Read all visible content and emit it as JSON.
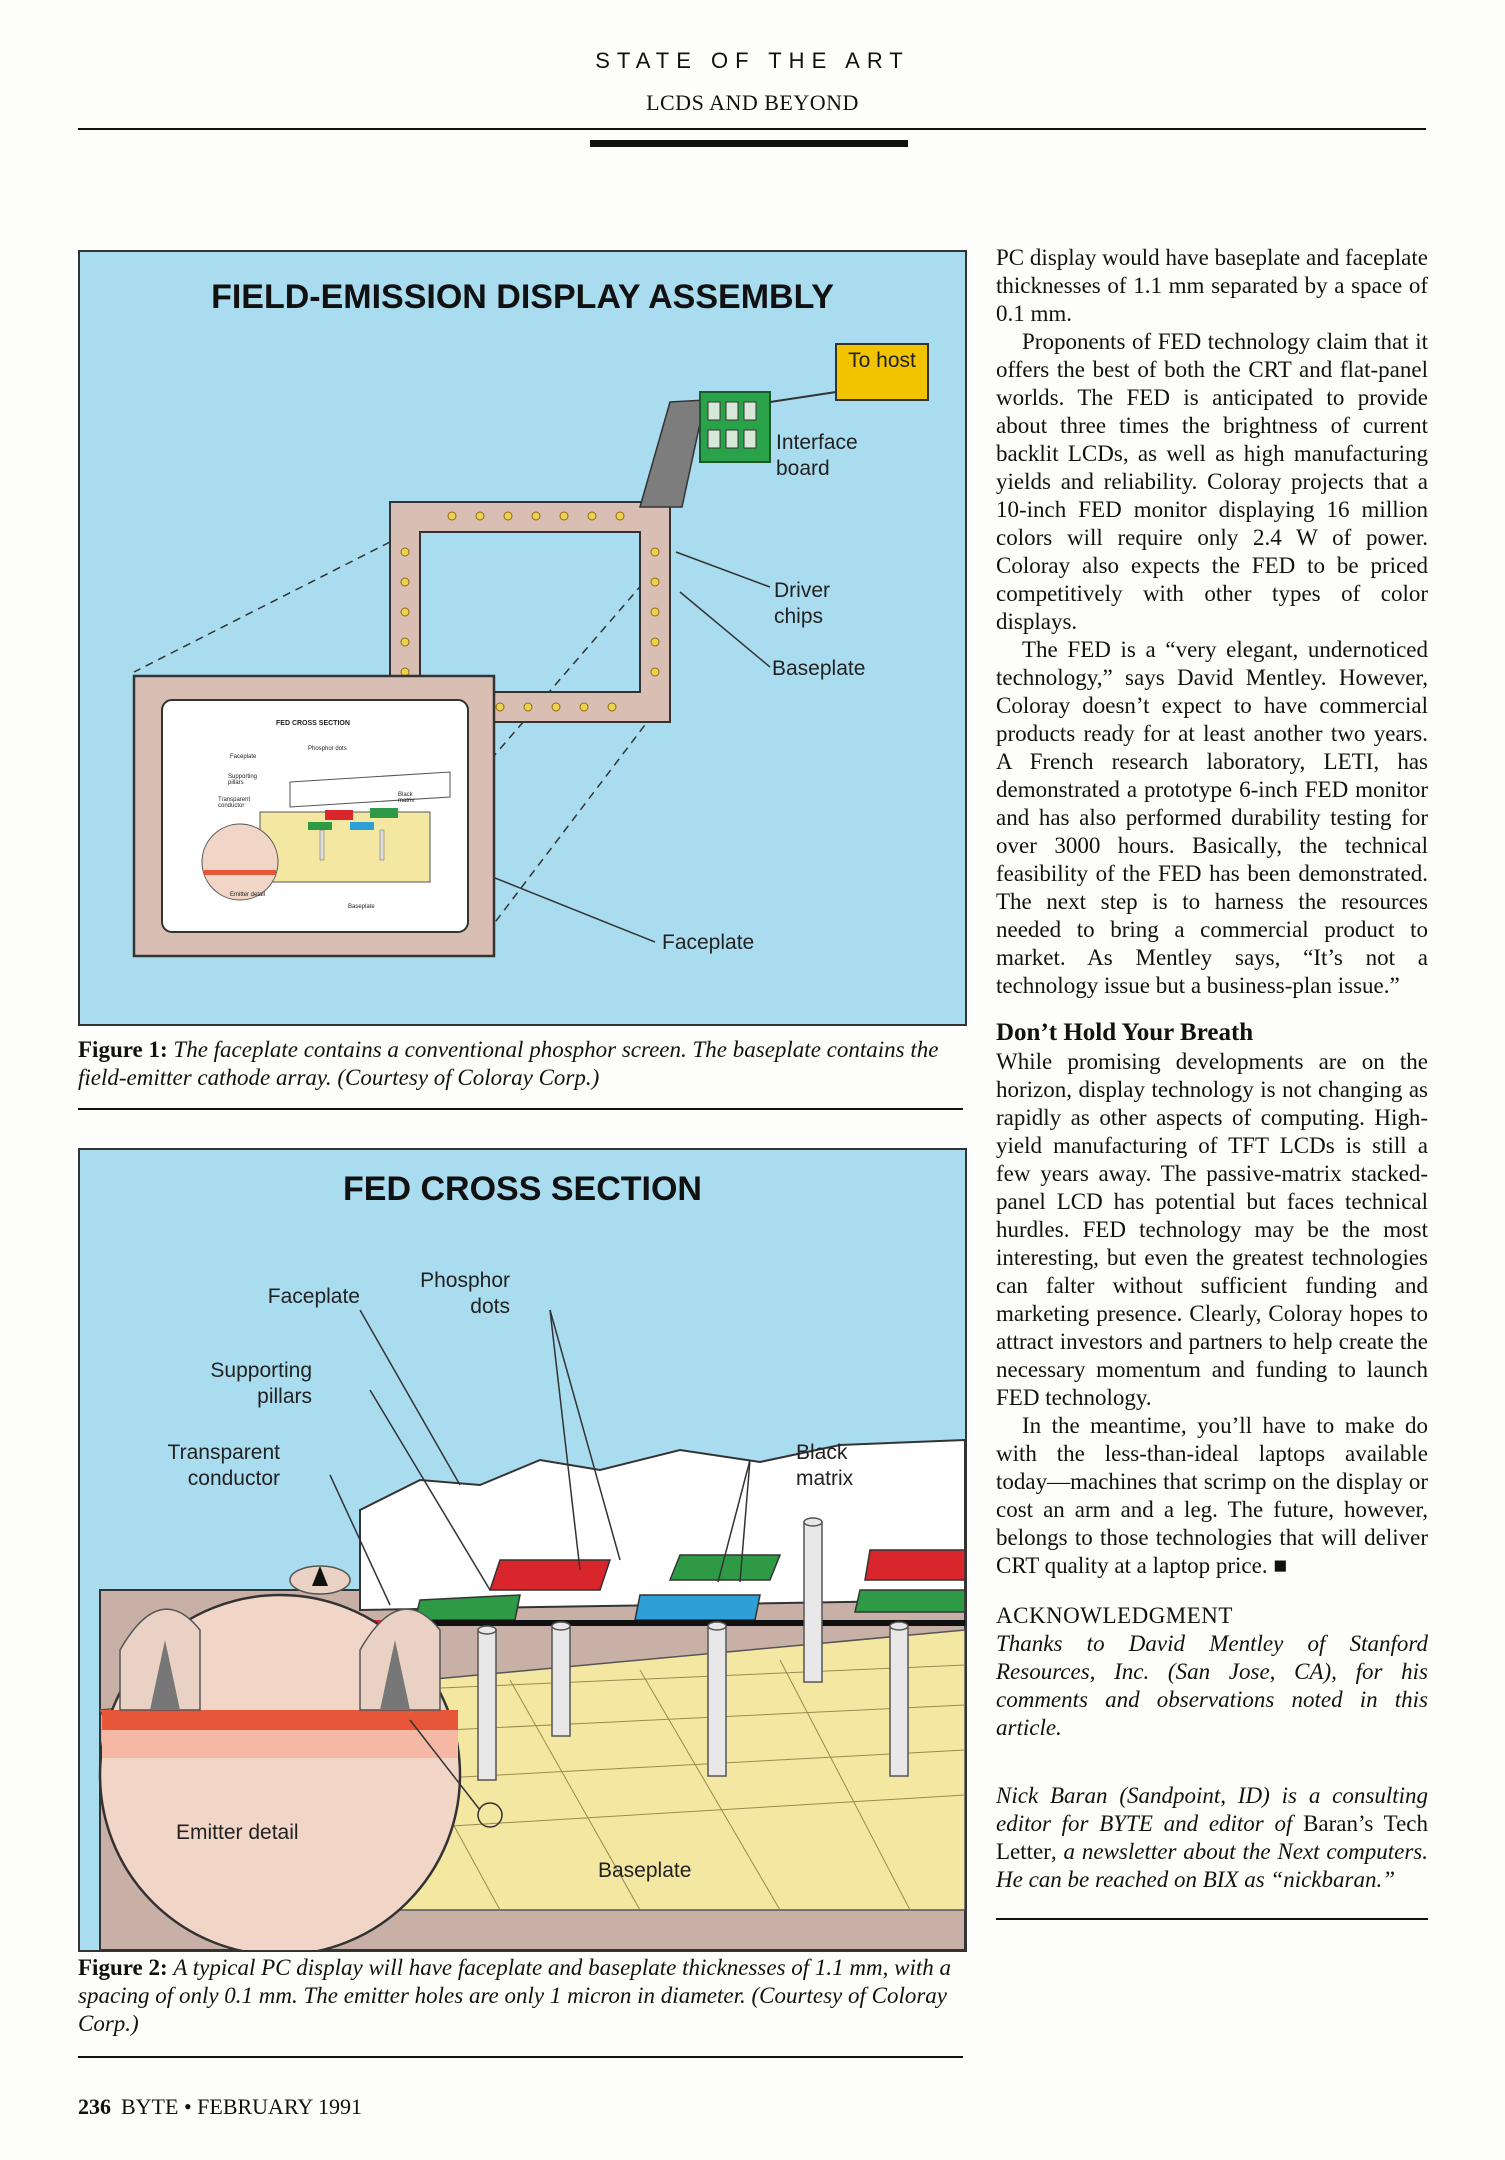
{
  "header": {
    "section": "STATE OF THE ART",
    "title": "LCDS AND BEYOND"
  },
  "figure1": {
    "title": "FIELD-EMISSION DISPLAY ASSEMBLY",
    "labels": {
      "to_host": "To host",
      "interface_board": "Interface board",
      "driver_chips": "Driver chips",
      "baseplate": "Baseplate",
      "faceplate": "Faceplate",
      "inset_title": "FED CROSS SECTION",
      "inset_faceplate": "Faceplate",
      "inset_phosphor": "Phosphor dots",
      "inset_pillars": "Supporting pillars",
      "inset_conductor": "Transparent conductor",
      "inset_black": "Black matrix",
      "inset_emitter": "Emitter detail",
      "inset_baseplate": "Baseplate"
    },
    "caption_label": "Figure 1:",
    "caption": "The faceplate contains a conventional phosphor screen. The baseplate contains the field-emitter cathode array. (Courtesy of Coloray Corp.)"
  },
  "figure2": {
    "title": "FED CROSS SECTION",
    "labels": {
      "faceplate": "Faceplate",
      "phosphor_dots": "Phosphor dots",
      "supporting_pillars": "Supporting pillars",
      "transparent_conductor": "Transparent conductor",
      "black_matrix": "Black matrix",
      "emitter_detail": "Emitter detail",
      "baseplate": "Baseplate"
    },
    "caption_label": "Figure 2:",
    "caption": "A typical PC display will have faceplate and baseplate thicknesses of 1.1 mm, with a spacing of only 0.1 mm. The emitter holes are only 1 micron in diameter. (Courtesy of Coloray Corp.)"
  },
  "body": {
    "p1": "PC display would have baseplate and faceplate thicknesses of 1.1 mm separated by a space of 0.1 mm.",
    "p2": "Proponents of FED technology claim that it offers the best of both the CRT and flat-panel worlds. The FED is anticipated to provide about three times the brightness of current backlit LCDs, as well as high manufacturing yields and reliability. Coloray projects that a 10-inch FED monitor displaying 16 million colors will require only 2.4 W of power. Coloray also expects the FED to be priced competitively with other types of color displays.",
    "p3": "The FED is a “very elegant, undernoticed technology,” says David Mentley. However, Coloray doesn’t expect to have commercial products ready for at least another two years. A French research laboratory, LETI, has demonstrated a prototype 6-inch FED monitor and has also performed durability testing for over 3000 hours. Basically, the technical feasibility of the FED has been demonstrated. The next step is to harness the resources needed to bring a commercial product to market. As Mentley says, “It’s not a technology issue but a business-plan issue.”",
    "heading": "Don’t Hold Your Breath",
    "p4": "While promising developments are on the horizon, display technology is not changing as rapidly as other aspects of computing. High-yield manufacturing of TFT LCDs is still a few years away. The passive-matrix stacked-panel LCD has potential but faces technical hurdles. FED technology may be the most interesting, but even the greatest technologies can falter without sufficient funding and marketing presence. Clearly, Coloray hopes to attract investors and partners to help create the necessary momentum and funding to launch FED technology.",
    "p5": "In the meantime, you’ll have to make do with the less-than-ideal laptops available today—machines that scrimp on the display or cost an arm and a leg. The future, however, belongs to those technologies that will deliver CRT quality at a laptop price. ■",
    "ack_heading": "ACKNOWLEDGMENT",
    "ack": "Thanks to David Mentley of Stanford Resources, Inc. (San Jose, CA), for his comments and observations noted in this article.",
    "bio_a": "Nick Baran (Sandpoint, ID) is a consulting editor for BYTE and editor of ",
    "bio_b": "Baran’s Tech Letter",
    "bio_c": ", a newsletter about the Next computers. He can be reached on BIX as “nickbaran.”"
  },
  "footer": {
    "page": "236",
    "publication": "BYTE • FEBRUARY 1991"
  },
  "colors": {
    "figure_bg": "#a9dcee",
    "frame": "#d9bfb3",
    "board": "#2aa24a",
    "phosphor_red": "#d9262c",
    "phosphor_green": "#2f9a45",
    "phosphor_blue": "#2f9fd8",
    "baseplate_yellow": "#f4e7a2"
  }
}
